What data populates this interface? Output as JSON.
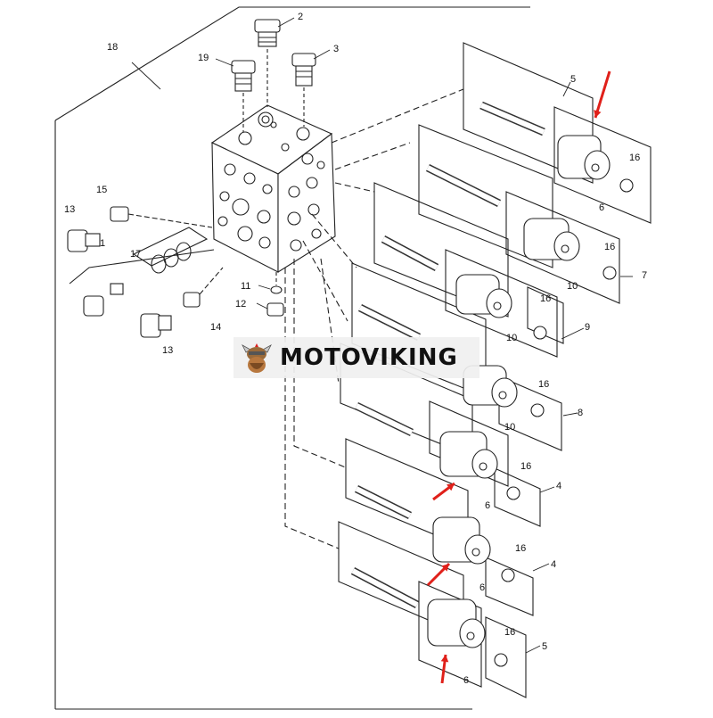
{
  "diagram": {
    "callouts": [
      {
        "id": "c18",
        "text": "18"
      },
      {
        "id": "c2",
        "text": "2"
      },
      {
        "id": "c19",
        "text": "19"
      },
      {
        "id": "c3",
        "text": "3"
      },
      {
        "id": "c5a",
        "text": "5"
      },
      {
        "id": "c16a",
        "text": "16"
      },
      {
        "id": "c6a",
        "text": "6"
      },
      {
        "id": "c15",
        "text": "15"
      },
      {
        "id": "c13a",
        "text": "13"
      },
      {
        "id": "c1",
        "text": "1"
      },
      {
        "id": "c17",
        "text": "17"
      },
      {
        "id": "c16b",
        "text": "16"
      },
      {
        "id": "c7",
        "text": "7"
      },
      {
        "id": "c10a",
        "text": "10"
      },
      {
        "id": "c11",
        "text": "11"
      },
      {
        "id": "c12",
        "text": "12"
      },
      {
        "id": "c14",
        "text": "14"
      },
      {
        "id": "c13b",
        "text": "13"
      },
      {
        "id": "c16c",
        "text": "16"
      },
      {
        "id": "c10b",
        "text": "10"
      },
      {
        "id": "c9",
        "text": "9"
      },
      {
        "id": "c16d",
        "text": "16"
      },
      {
        "id": "c10c",
        "text": "10"
      },
      {
        "id": "c8",
        "text": "8"
      },
      {
        "id": "c16e",
        "text": "16"
      },
      {
        "id": "c6b",
        "text": "6"
      },
      {
        "id": "c4a",
        "text": "4"
      },
      {
        "id": "c16f",
        "text": "16"
      },
      {
        "id": "c6c",
        "text": "6"
      },
      {
        "id": "c4b",
        "text": "4"
      },
      {
        "id": "c16g",
        "text": "16"
      },
      {
        "id": "c6d",
        "text": "6"
      },
      {
        "id": "c5b",
        "text": "5"
      }
    ],
    "highlight_color": "#e0201a"
  },
  "watermark": {
    "brand": "MOTOVIKING"
  }
}
